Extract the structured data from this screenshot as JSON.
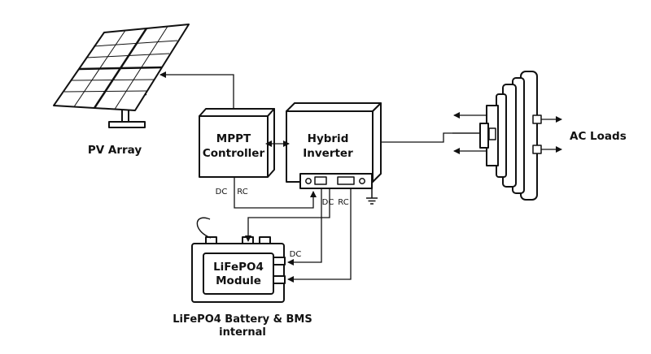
{
  "labels": {
    "pv_array": "PV Array",
    "mppt_line1": "MPPT",
    "mppt_line2": "Controller",
    "inverter_line1": "Hybrid",
    "inverter_line2": "Inverter",
    "ac_loads": "AC Loads",
    "mppt_dc": "DC",
    "mppt_rc": "RC",
    "inverter_dc": "DC",
    "inverter_rc": "RC",
    "battery_dc": "DC",
    "battery_line1": "LiFePO4",
    "battery_line2": "Module",
    "caption_line1": "LiFePO4 Battery & BMS",
    "caption_line2": "internal"
  },
  "colors": {
    "stroke": "#111111",
    "fill": "#ffffff",
    "panel_fill": "#ffffff"
  }
}
